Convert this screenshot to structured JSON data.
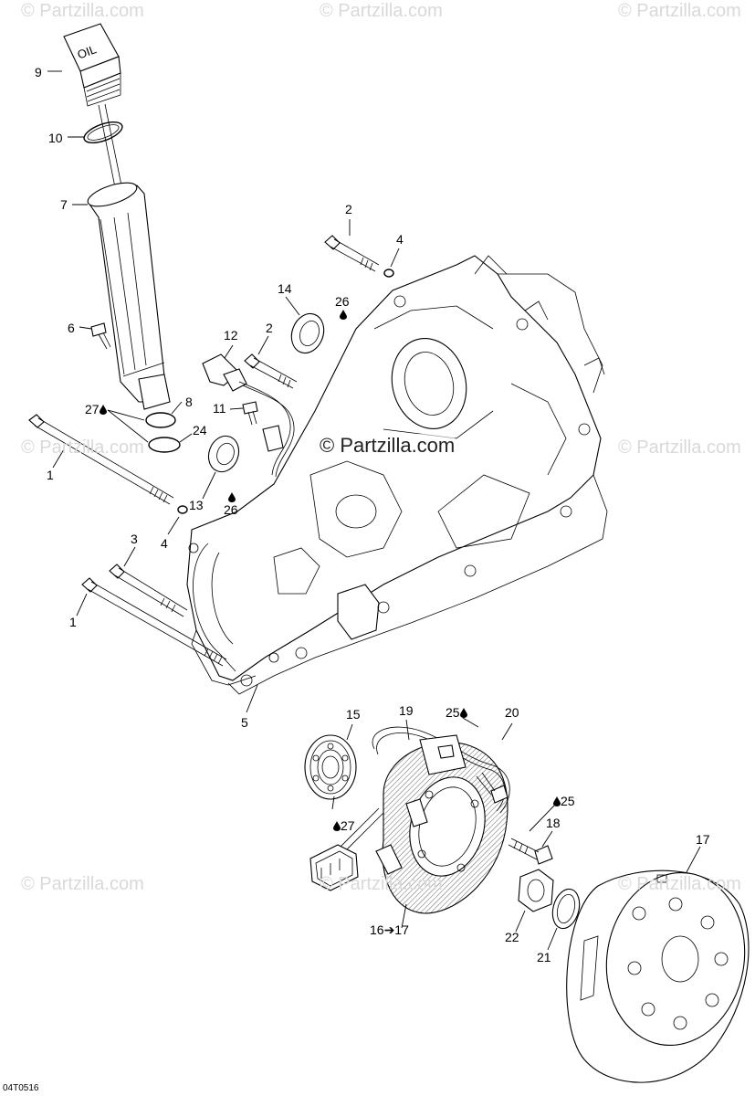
{
  "watermark": "© Partzilla.com",
  "center_watermark": "© Partzilla.com",
  "diagram_code": "04T0516",
  "oil_cap_text": "OIL",
  "callouts": [
    {
      "id": "9",
      "text": "9"
    },
    {
      "id": "10",
      "text": "10"
    },
    {
      "id": "7",
      "text": "7"
    },
    {
      "id": "6",
      "text": "6"
    },
    {
      "id": "27a",
      "text": "27"
    },
    {
      "id": "8",
      "text": "8"
    },
    {
      "id": "24",
      "text": "24"
    },
    {
      "id": "1a",
      "text": "1"
    },
    {
      "id": "2a",
      "text": "2"
    },
    {
      "id": "4a",
      "text": "4"
    },
    {
      "id": "14",
      "text": "14"
    },
    {
      "id": "26a",
      "text": "26"
    },
    {
      "id": "12",
      "text": "12"
    },
    {
      "id": "2b",
      "text": "2"
    },
    {
      "id": "11",
      "text": "11"
    },
    {
      "id": "13",
      "text": "13"
    },
    {
      "id": "26b",
      "text": "26"
    },
    {
      "id": "3",
      "text": "3"
    },
    {
      "id": "4b",
      "text": "4"
    },
    {
      "id": "1b",
      "text": "1"
    },
    {
      "id": "5",
      "text": "5"
    },
    {
      "id": "15",
      "text": "15"
    },
    {
      "id": "19",
      "text": "19"
    },
    {
      "id": "25a",
      "text": "25"
    },
    {
      "id": "20",
      "text": "20"
    },
    {
      "id": "27b",
      "text": "27"
    },
    {
      "id": "25b",
      "text": "25"
    },
    {
      "id": "18",
      "text": "18"
    },
    {
      "id": "17",
      "text": "17"
    },
    {
      "id": "16to17",
      "text": "16➔17"
    },
    {
      "id": "22",
      "text": "22"
    },
    {
      "id": "21",
      "text": "21"
    }
  ]
}
